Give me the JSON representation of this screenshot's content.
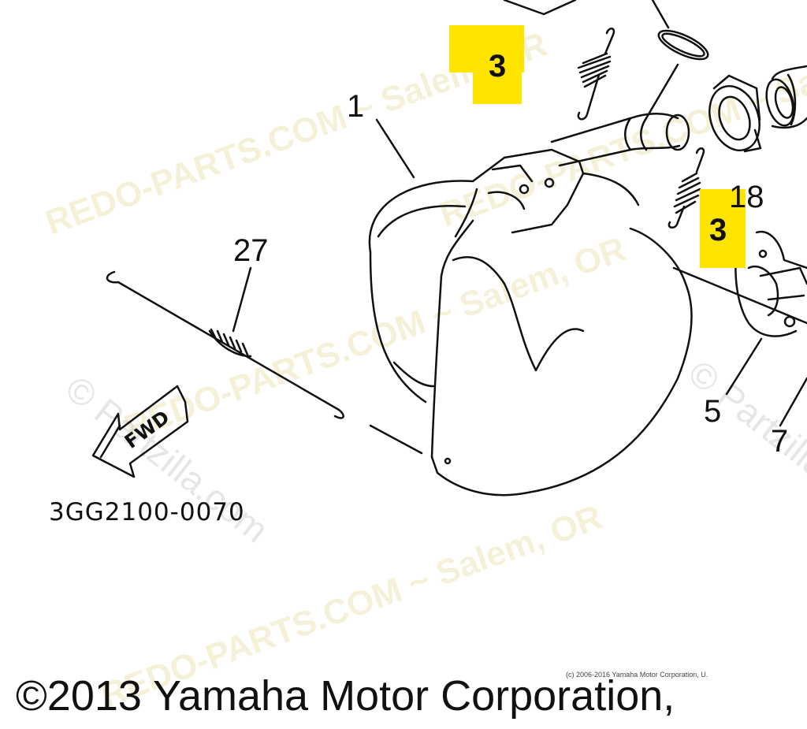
{
  "watermarks": {
    "site_line_1": "REDO-PARTS.COM ~ Salem, OR",
    "site_line_2": "REDO-PARTS.COM ~ Salem, OR",
    "site_line_3": "REDO-PARTS.COM ~ Salem, OR",
    "site_line_4": "REDO-PARTS.COM ~ Salem, OR",
    "partzilla_1": "© Partzilla.com",
    "partzilla_2": "© Partzilla.com"
  },
  "callouts": {
    "part_1": "1",
    "part_27": "27",
    "part_18": "18",
    "part_5": "5",
    "part_7": "7",
    "part_3_upper": "3",
    "part_3_lower": "3"
  },
  "highlight_color": "#ffe400",
  "fwd_label": "FWD",
  "diagram_number": "3GG2100-0070",
  "copyright_small": "(c) 2006-2016 Yamaha Motor Corporation, U.",
  "copyright_main": "©2013 Yamaha Motor Corporation,"
}
